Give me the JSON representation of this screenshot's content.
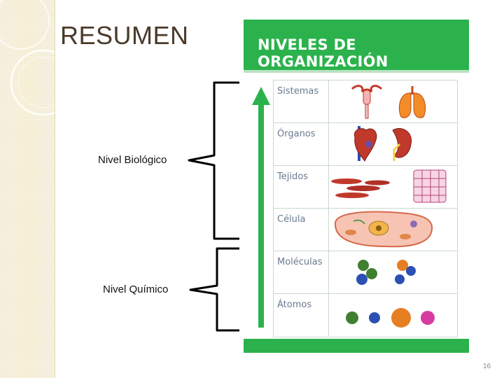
{
  "slide": {
    "title": "RESUMEN",
    "page_number": "16"
  },
  "brackets": {
    "biological_label": "Nivel Biológico",
    "chemical_label": "Nivel Químico"
  },
  "figure": {
    "header_title": "NIVELES DE ORGANIZACIÓN",
    "accent_color": "#2bb24c",
    "levels": [
      {
        "label": "Sistemas"
      },
      {
        "label": "Órganos"
      },
      {
        "label": "Tejidos"
      },
      {
        "label": "Célula"
      },
      {
        "label": "Moléculas"
      },
      {
        "label": "Átomos"
      }
    ]
  }
}
